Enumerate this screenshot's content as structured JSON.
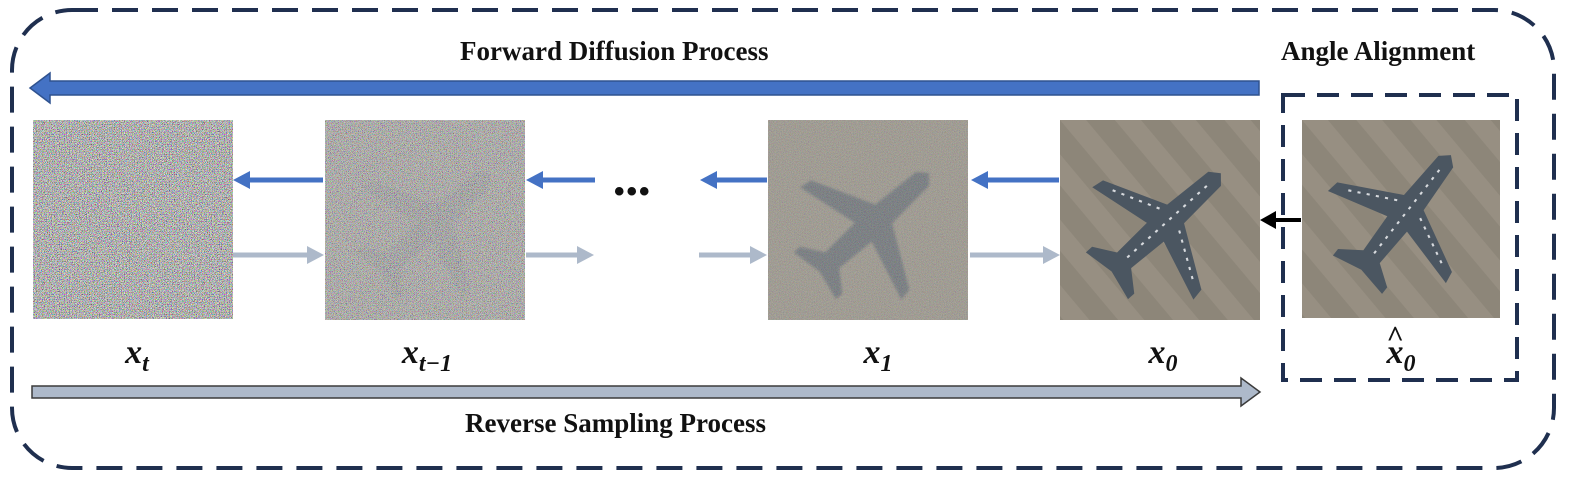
{
  "titles": {
    "forward": "Forward Diffusion Process",
    "reverse": "Reverse Sampling Process",
    "angle": "Angle Alignment"
  },
  "labels": {
    "xt": {
      "base": "x",
      "sub": "t"
    },
    "xt1": {
      "base": "x",
      "sub": "t−1"
    },
    "x1": {
      "base": "x",
      "sub": "1"
    },
    "x0": {
      "base": "x",
      "sub": "0"
    },
    "xhat0": {
      "base": "x",
      "sub": "0",
      "hat": "^"
    }
  },
  "ellipsis": "•••",
  "colors": {
    "border": "#1f2f4f",
    "forward_arrow": "#4472c4",
    "reverse_arrow": "#adb9ca",
    "reverse_outline": "#3b3b3b",
    "noise_bg": "#8a8a8a",
    "tarmac": "#8b8376",
    "plane": "#4a5560"
  },
  "icons": {
    "xt_image": "pure-noise-image",
    "xt1_image": "noisy-airplane-image",
    "x1_image": "slightly-noisy-airplane-image",
    "x0_image": "airplane-image",
    "xhat0_image": "aligned-airplane-image"
  }
}
